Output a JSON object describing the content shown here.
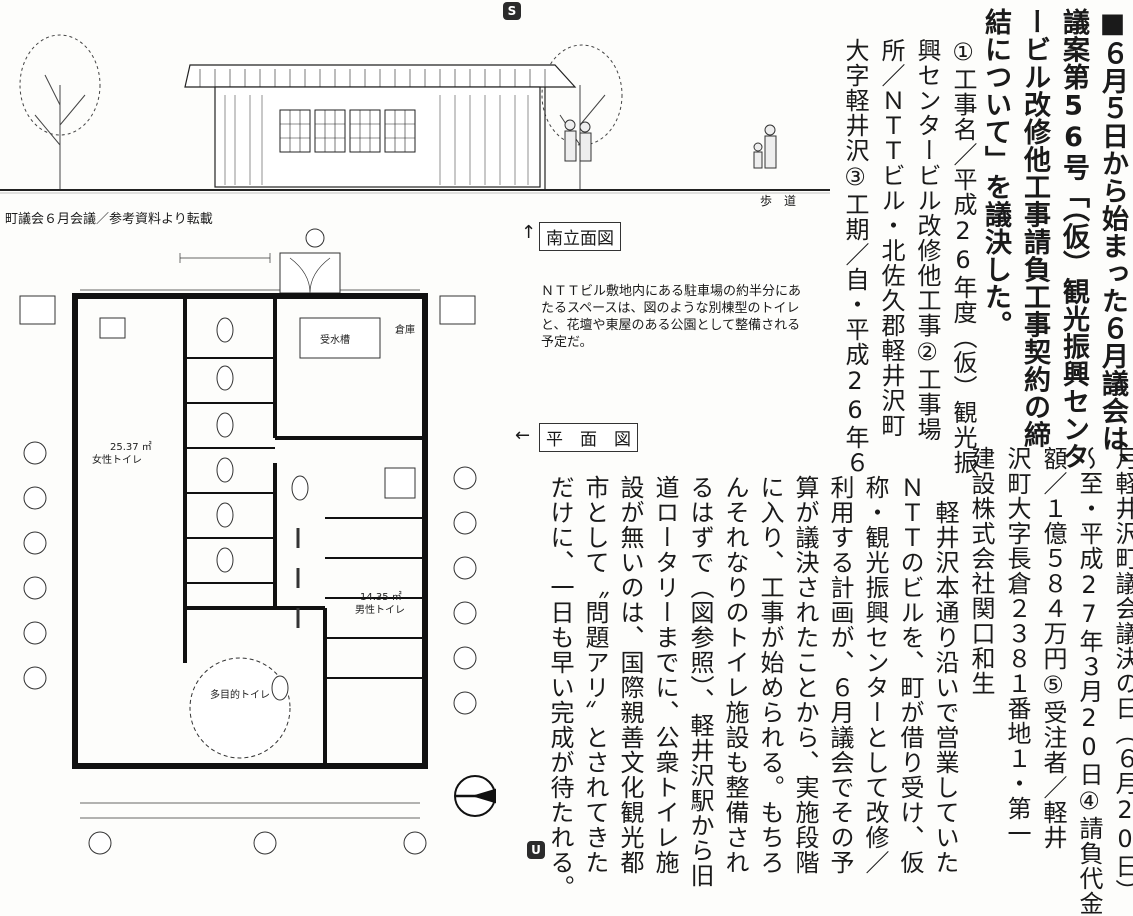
{
  "page_badges": {
    "top": "S",
    "bottom": "U"
  },
  "elevation": {
    "sidewalk_label": "歩　道"
  },
  "source_caption": "町議会６月会議／参考資料より転載",
  "labels": {
    "south_elevation": "南立面図",
    "floor_plan": "平　面　図",
    "arrow_up": "↑",
    "arrow_left": "←"
  },
  "plan_caption": "ＮＴＴビル敷地内にある駐車場の約半分にあたるスペースは、図のような別棟型のトイレと、花壇や東屋のある公園として整備される予定だ。",
  "floor_plan_rooms": {
    "womens": "女性トイレ",
    "mens": "男性トイレ",
    "multi": "多目的トイレ",
    "storage": "倉庫",
    "tank": "受水槽",
    "womens_area": "25.37 ㎡",
    "mens_area": "14.35 ㎡"
  },
  "article": {
    "heading_lines": [
      "■６月５日から始まった６月議会は、",
      "議案第56号「（仮）観光振興センタ",
      "ービル改修他工事請負工事契約の締",
      "結について」を議決した。"
    ],
    "detail_lines_top": [
      "①工事名／平成26年度（仮）観光振",
      "興センタービル改修他工事②工事場",
      "所／ＮＴＴビル・北佐久郡軽井沢町",
      "大字軽井沢③工期／自・平成26年６"
    ],
    "detail_lines_bottom": [
      "月軽井沢町議会議決の日（６月20日）",
      "～至・平成27年３月20日④請負代金",
      "額／１億５８４万円⑤受注者／軽井",
      "沢町大字長倉２３８１番地１・第一",
      "建設株式会社関口和生"
    ],
    "body_lines": [
      "　軽井沢本通り沿いで営業していた",
      "ＮＴＴのビルを、町が借り受け、仮",
      "称・観光振興センターとして改修／",
      "利用する計画が、６月議会でその予",
      "算が議決されたことから、実施段階",
      "に入り、工事が始められる。もちろ",
      "んそれなりのトイレ施設も整備され",
      "るはずで（図参照）、軽井沢駅から旧",
      "道ロータリーまでに、公衆トイレ施",
      "設が無いのは、国際親善文化観光都",
      "市として〝問題アリ〟とされてきた",
      "だけに、一日も早い完成が待たれる。"
    ]
  }
}
